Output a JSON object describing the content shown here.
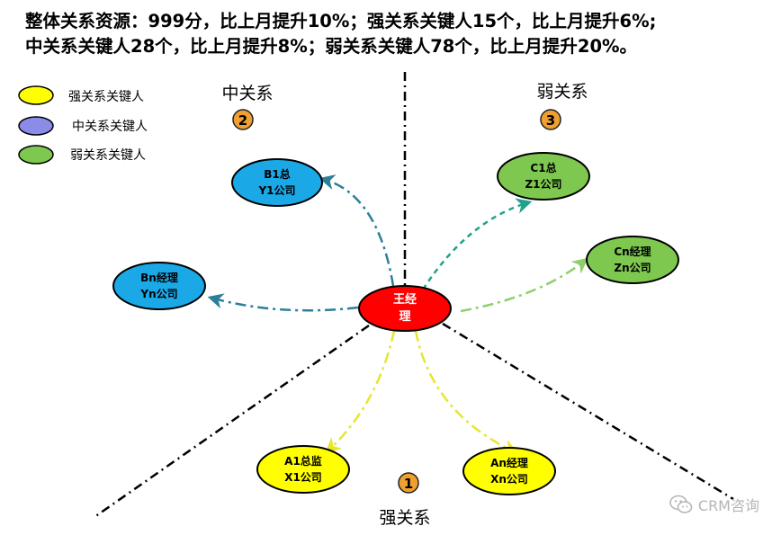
{
  "summary": {
    "line1": "整体关系资源：999分，比上月提升10%；强关系关键人15个，比上月提升6%;",
    "line2": "中关系关键人28个，比上月提升8%；弱关系关键人78个，比上月提升20%。"
  },
  "legend": [
    {
      "label": "强关系关键人",
      "color": "#ffff00"
    },
    {
      "label": "中关系关键人",
      "color": "#8b8be8"
    },
    {
      "label": "弱关系关键人",
      "color": "#7ec850"
    }
  ],
  "zones": [
    {
      "label": "强关系",
      "number": "1"
    },
    {
      "label": "中关系",
      "number": "2"
    },
    {
      "label": "弱关系",
      "number": "3"
    }
  ],
  "center_node": {
    "line1": "王经",
    "line2": "理",
    "color": "#ff0000"
  },
  "nodes": [
    {
      "line1": "B1总",
      "line2": "Y1公司",
      "color": "#1aa8e6",
      "arrow_color": "#2c7f9a"
    },
    {
      "line1": "Bn经理",
      "line2": "Yn公司",
      "color": "#1aa8e6",
      "arrow_color": "#2c7f9a"
    },
    {
      "line1": "C1总",
      "line2": "Z1公司",
      "color": "#7ec850",
      "arrow_color": "#1fa38a"
    },
    {
      "line1": "Cn经理",
      "line2": "Zn公司",
      "color": "#7ec850",
      "arrow_color": "#8dd06a"
    },
    {
      "line1": "A1总监",
      "line2": "X1公司",
      "color": "#ffff00",
      "arrow_color": "#e6e62e"
    },
    {
      "line1": "An经理",
      "line2": "Xn公司",
      "color": "#ffff00",
      "arrow_color": "#e6e62e"
    }
  ],
  "badge_color": "#f0a030",
  "watermark": {
    "text": "CRM咨询",
    "icon": "wechat-icon"
  }
}
